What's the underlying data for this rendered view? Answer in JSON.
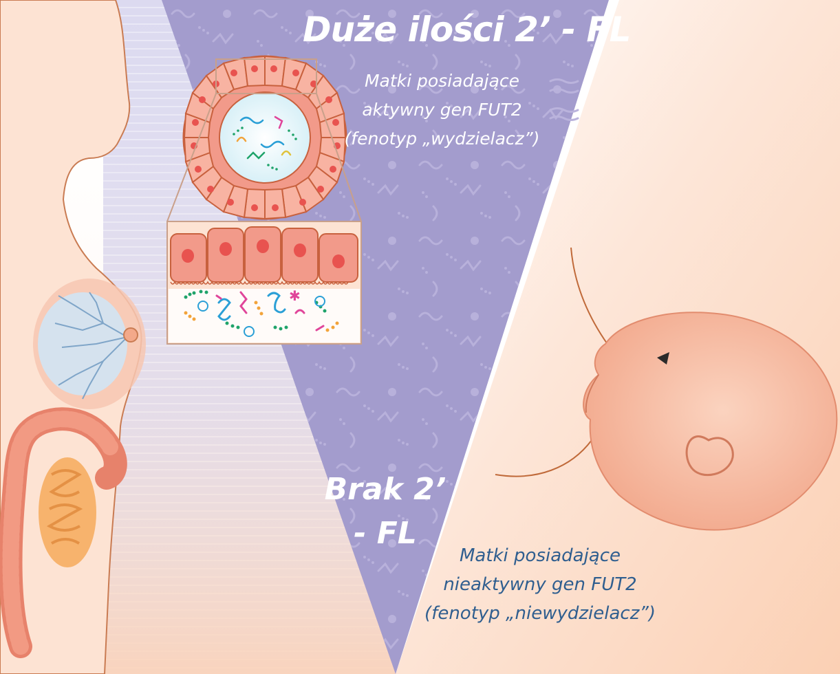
{
  "secretor": {
    "title": "Duże ilości 2’ - FL",
    "lines": [
      "Matki posiadające",
      "aktywny gen FUT2",
      "(fenotyp „wydzielacz”)"
    ]
  },
  "nonsecretor": {
    "title_line1": "Brak 2’",
    "title_line2": "- FL",
    "lines": [
      "Matki posiadające",
      "nieaktywny gen FUT2",
      "(fenotyp „niewydzielacz”)"
    ]
  },
  "colors": {
    "triangle": "#a39ccd",
    "left_stripes": "#dcdaf0",
    "skin": "#f7c9b0",
    "outline": "#c8613e",
    "cells": "#f29a8a",
    "nucleus": "#e8534f",
    "nonsecretor_text": "#2f5e8f"
  },
  "icons": [
    "oligosaccharide-pattern",
    "intestine-icon",
    "mammary-gland-icon",
    "alveolus-icon",
    "epithelium-icon",
    "baby-head-icon"
  ]
}
